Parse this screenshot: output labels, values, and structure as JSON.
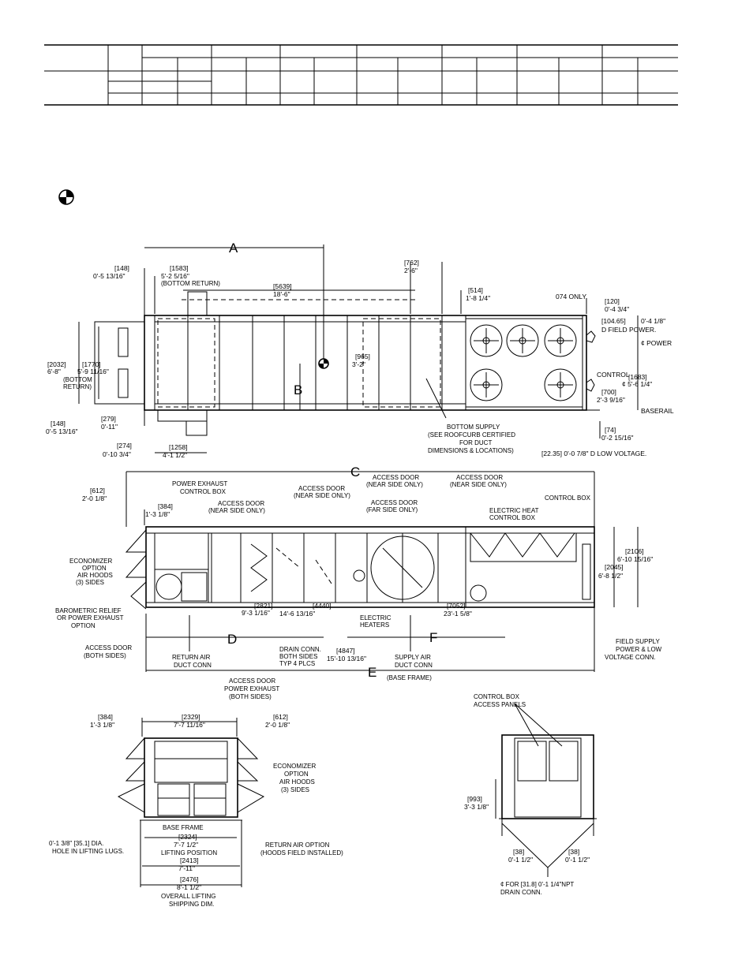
{
  "top_view": {
    "dims": {
      "d148a": "[148]",
      "d148a_ft": "0'-5 13/16\"",
      "d1583": "[1583]",
      "d1583_ft": "5'-2 5/16\"",
      "bottom_return": "(BOTTOM RETURN)",
      "A": "A",
      "d762": "[762]",
      "d762_ft": "2'-6\"",
      "d5639": "[5639]",
      "d5639_ft": "18'-6\"",
      "d514": "[514]",
      "d514_ft": "1'-8 1/4\"",
      "d120": "[120]",
      "d120_ft": "0'-4 3/4\"",
      "d10465": "[104.65]",
      "d10465_ft": "0'-4 1/8\"",
      "field_power": "D FIELD POWER.",
      "power": "¢ POWER",
      "d2032": "[2032]",
      "d2032_ft": "6'-8\"",
      "d1770": "[1770]",
      "d1770_ft": "5'-9 11/16\"",
      "bottom": "(BOTTOM",
      "return": "RETURN)",
      "d965": "[965]",
      "d965_ft": "3'-2\"",
      "B": "B",
      "control": "CONTROL",
      "d1683": "[1683]",
      "d1683_ft": "¢ 5'-6 1/4\"",
      "d700": "[700]",
      "d700_ft": "2'-3 9/16\"",
      "baserail": "BASERAIL",
      "d148b": "[148]",
      "d148b_ft": "0'-5 13/16\"",
      "d279": "[279]",
      "d279_ft": "0'-11\"",
      "d274": "[274]",
      "d274_ft": "0'-10 3/4\"",
      "d1258": "[1258]",
      "d1258_ft": "4'-1 1/2\"",
      "bottom_supply_1": "BOTTOM SUPPLY",
      "bottom_supply_2": "(SEE ROOFCURB CERTIFIED",
      "bottom_supply_3": "FOR DUCT",
      "bottom_supply_4": "DIMENSIONS & LOCATIONS)",
      "d74": "[74]",
      "d74_ft": "0'-2 15/16\"",
      "d2235": "[22.35] 0'-0 7/8\" D LOW VOLTAGE.",
      "only074": "074 ONLY"
    }
  },
  "side_view": {
    "C": "C",
    "d612": "[612]",
    "d612_ft": "2'-0 1/8\"",
    "pe_ctrl_1": "POWER EXHAUST",
    "pe_ctrl_2": "CONTROL BOX",
    "d384": "[384]",
    "d384_ft": "1'-3 1/8\"",
    "ad_near_1": "ACCESS DOOR",
    "ad_near_2": "(NEAR SIDE ONLY)",
    "ad_near_b1": "ACCESS DOOR",
    "ad_near_b2": "(NEAR SIDE ONLY)",
    "ad_near_c1": "ACCESS DOOR",
    "ad_near_c2": "(NEAR SIDE ONLY)",
    "ad_near_d1": "ACCESS DOOR",
    "ad_near_d2": "(NEAR SIDE ONLY)",
    "ad_far_1": "ACCESS DOOR",
    "ad_far_2": "(FAR SIDE ONLY)",
    "eh_ctrl_1": "ELECTRIC HEAT",
    "eh_ctrl_2": "CONTROL BOX",
    "control_box": "CONTROL BOX",
    "econ_1": "ECONOMIZER",
    "econ_2": "OPTION",
    "econ_3": "AIR HOODS",
    "econ_4": "(3) SIDES",
    "baro_1": "BAROMETRIC RELIEF",
    "baro_2": "OR POWER EXHAUST",
    "baro_3": "OPTION",
    "d2106": "[2106]",
    "d2106_ft": "6'-10 15/16\"",
    "d2045": "[2045]",
    "d2045_ft": "6'-8 1/2\"",
    "d2821": "[2821]",
    "d2821_ft": "9'-3 1/16\"",
    "d4440": "[4440]",
    "d4440_ft": "14'-6 13/16\"",
    "elec_1": "ELECTRIC",
    "elec_2": "HEATERS",
    "d7052": "[7052]",
    "d7052_ft": "23'-1 5/8\"",
    "D": "D",
    "F": "F",
    "E": "E",
    "ad_both_1": "ACCESS DOOR",
    "ad_both_2": "(BOTH SIDES)",
    "ret_1": "RETURN AIR",
    "ret_2": "DUCT CONN",
    "drain_1": "DRAIN CONN.",
    "drain_2": "BOTH SIDES",
    "drain_3": "TYP 4 PLCS",
    "d4847": "[4847]",
    "d4847_ft": "15'-10 13/16\"",
    "sup_1": "SUPPLY AIR",
    "sup_2": "DUCT CONN",
    "fs_1": "FIELD SUPPLY",
    "fs_2": "POWER & LOW",
    "fs_3": "VOLTAGE CONN.",
    "base_frame": "(BASE FRAME)",
    "adpe_1": "ACCESS DOOR",
    "adpe_2": "POWER EXHAUST",
    "adpe_3": "(BOTH SIDES)"
  },
  "end_view_left": {
    "d384": "[384]",
    "d384_ft": "1'-3 1/8\"",
    "d2329": "[2329]",
    "d2329_ft": "7'-7 11/16\"",
    "d612": "[612]",
    "d612_ft": "2'-0 1/8\"",
    "econ_1": "ECONOMIZER",
    "econ_2": "OPTION",
    "econ_3": "AIR HOODS",
    "econ_4": "(3) SIDES",
    "hole_1": "0'-1 3/8\" [35.1] DIA.",
    "hole_2": "HOLE IN LIFTING LUGS.",
    "base_frame": "BASE FRAME",
    "d2324": "[2324]",
    "d2324_ft": "7'-7 1/2\"",
    "lift_pos": "LIFTING POSITION",
    "d2413": "[2413]",
    "d2413_ft": "7'-11\"",
    "ret_1": "RETURN AIR OPTION",
    "ret_2": "(HOODS FIELD INSTALLED)",
    "d2476": "[2476]",
    "d2476_ft": "8'-1 1/2\"",
    "overall_1": "OVERALL LIFTING",
    "overall_2": "SHIPPING DIM."
  },
  "end_view_right": {
    "cb_1": "CONTROL BOX",
    "cb_2": "ACCESS PANELS",
    "d993": "[993]",
    "d993_ft": "3'-3 1/8\"",
    "d38a": "[38]",
    "d38a_ft": "0'-1 1/2\"",
    "d38b": "[38]",
    "d38b_ft": "0'-1 1/2\"",
    "drain_1": "¢ FOR [31.8] 0'-1 1/4\"NPT",
    "drain_2": "DRAIN CONN."
  }
}
